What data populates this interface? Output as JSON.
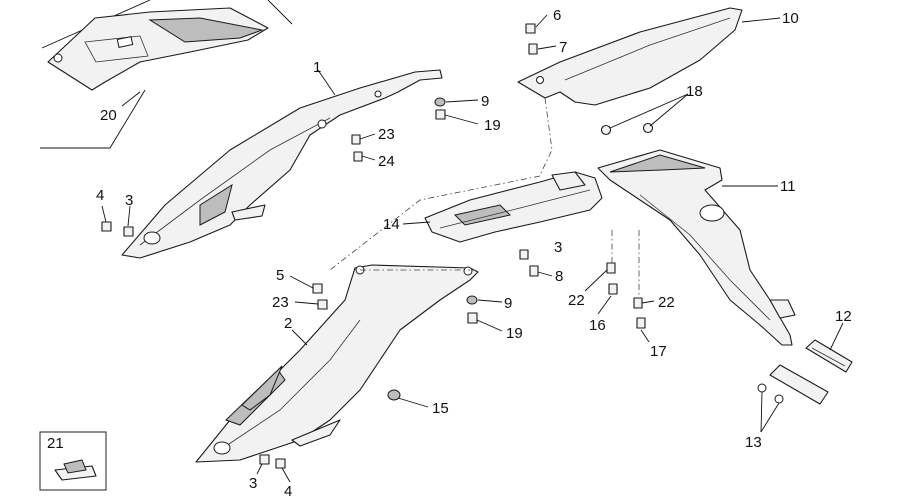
{
  "callouts": {
    "c1": "1",
    "c2": "2",
    "c3a": "3",
    "c3b": "3",
    "c3c": "3",
    "c4a": "4",
    "c4b": "4",
    "c5": "5",
    "c6": "6",
    "c7": "7",
    "c8": "8",
    "c9a": "9",
    "c9b": "9",
    "c10": "10",
    "c11": "11",
    "c12": "12",
    "c13": "13",
    "c14": "14",
    "c15": "15",
    "c16": "16",
    "c17": "17",
    "c18": "18",
    "c19a": "19",
    "c19b": "19",
    "c20": "20",
    "c21": "21",
    "c22a": "22",
    "c22b": "22",
    "c23a": "23",
    "c23b": "23",
    "c24": "24"
  },
  "colors": {
    "line": "#1a1a1a",
    "part_fill": "#f2f2f2",
    "shade": "#bdbdbd"
  }
}
